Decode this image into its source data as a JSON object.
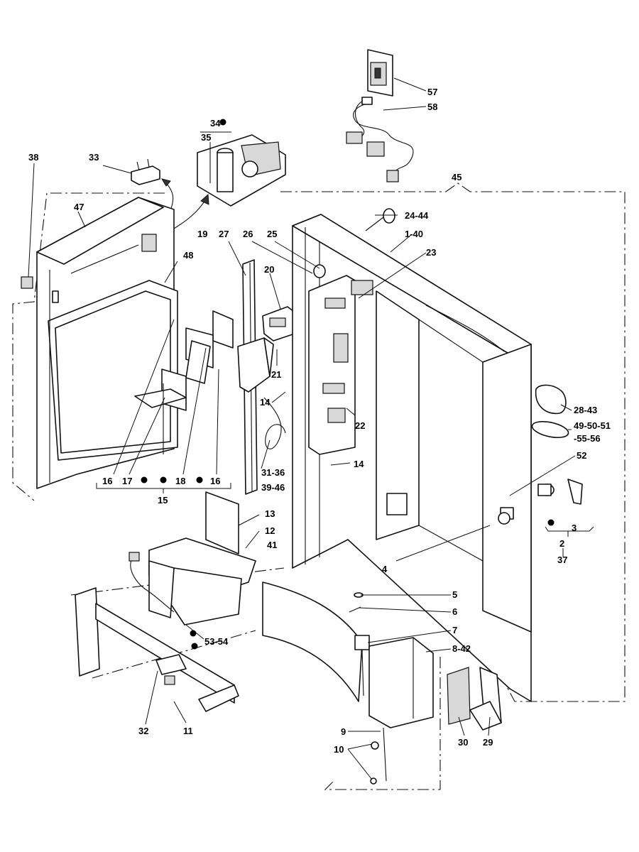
{
  "labels": {
    "l1": "57",
    "l2": "58",
    "l3": "34",
    "l4": "35",
    "l5": "33",
    "l6": "38",
    "l7": "45",
    "l8": "47",
    "l9": "48",
    "l10": "19",
    "l11": "27",
    "l12": "26",
    "l13": "25",
    "l14": "24-44",
    "l15": "1-40",
    "l16": "23",
    "l17": "20",
    "l18": "21",
    "l19": "14",
    "l20": "22",
    "l21": "14",
    "l22": "31-36",
    "l23": "39-46",
    "l24": "16",
    "l25": "17",
    "l26": "18",
    "l27": "16",
    "l28": "15",
    "l29": "28-43",
    "l30": "49-50-51",
    "l31": "-55-56",
    "l32": "52",
    "l33": "3",
    "l34": "2",
    "l35": "37",
    "l36": "13",
    "l37": "12",
    "l38": "41",
    "l39": "4",
    "l40": "5",
    "l41": "6",
    "l42": "7",
    "l43": "8-42",
    "l44": "53-54",
    "l45": "32",
    "l46": "11",
    "l47": "9",
    "l48": "10",
    "l49": "30",
    "l50": "29"
  }
}
